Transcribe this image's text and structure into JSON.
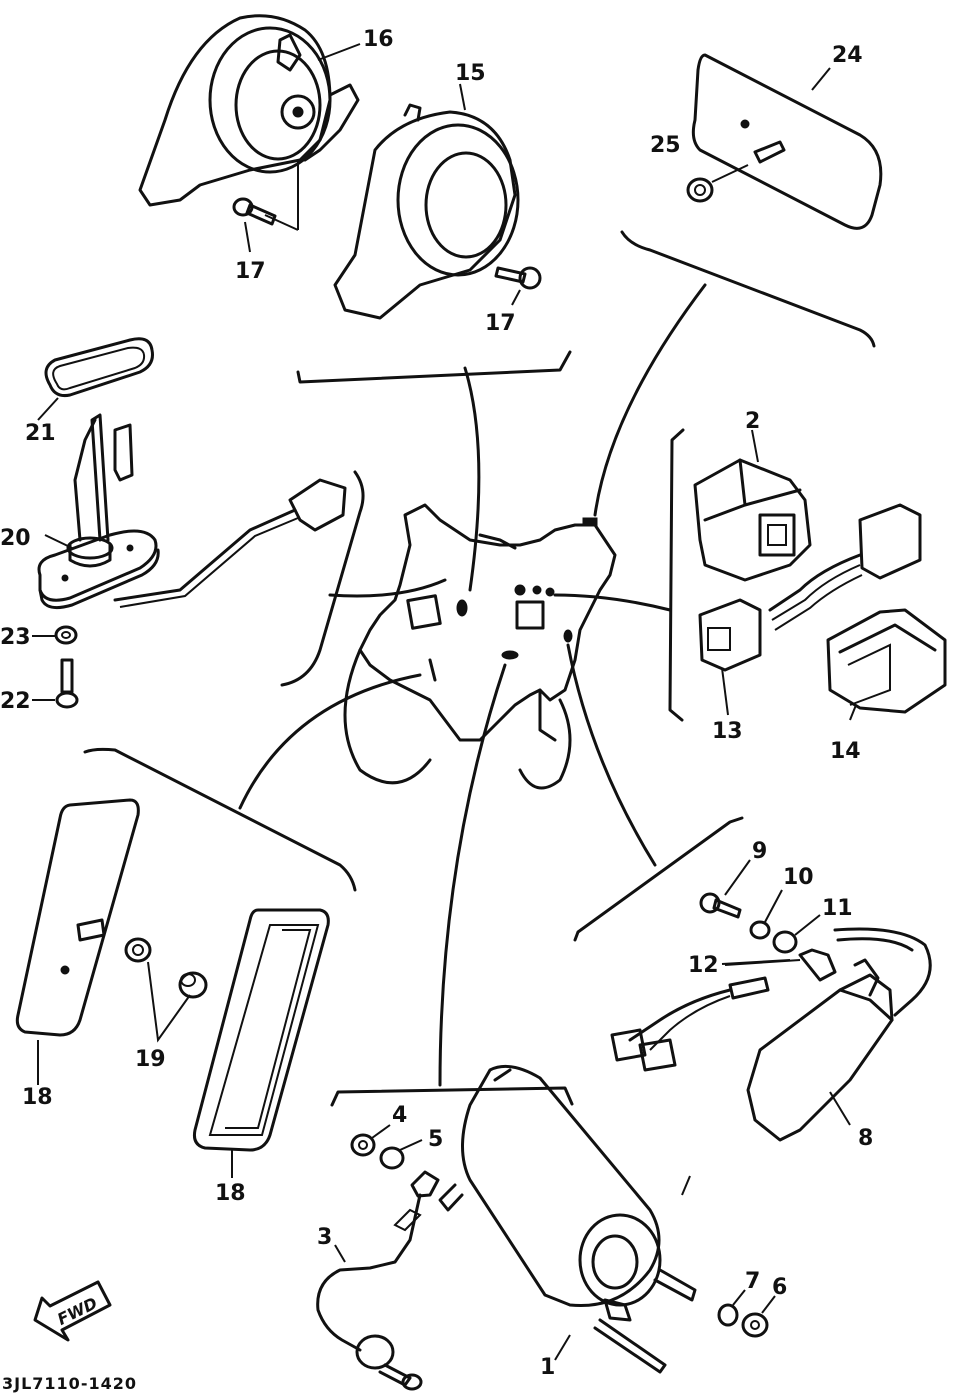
{
  "diagram": {
    "drawing_code": "3JL7110-1420",
    "fwd_label": "FWD",
    "labels": {
      "p1": "1",
      "p2": "2",
      "p3": "3",
      "p4": "4",
      "p5": "5",
      "p6": "6",
      "p7": "7",
      "p8": "8",
      "p9": "9",
      "p10": "10",
      "p11": "11",
      "p12": "12",
      "p13": "13",
      "p14": "14",
      "p15": "15",
      "p16": "16",
      "p17a": "17",
      "p17b": "17",
      "p18a": "18",
      "p18b": "18",
      "p19": "19",
      "p20": "20",
      "p21": "21",
      "p22": "22",
      "p23": "23",
      "p24": "24",
      "p25": "25"
    }
  }
}
